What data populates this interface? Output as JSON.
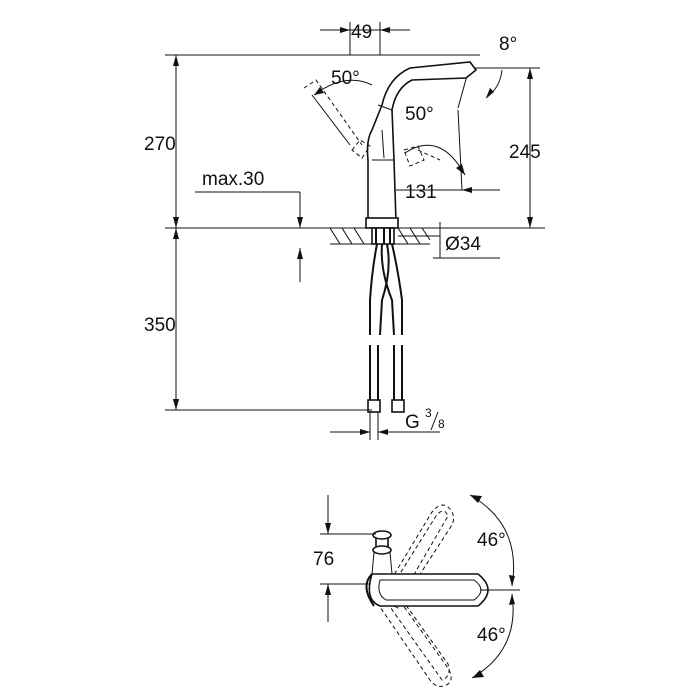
{
  "drawing": {
    "side_view": {
      "dim_spout_offset": "49",
      "dim_tilt": "8°",
      "dim_angle_upper": "50°",
      "dim_angle_lower": "50°",
      "dim_total_height": "270",
      "dim_spout_height": "245",
      "dim_max_thickness": "max.30",
      "dim_reach": "131",
      "dim_hole_diameter": "Ø34",
      "dim_hose_length": "350",
      "thread_prefix": "G",
      "thread_num": "3",
      "thread_den": "8"
    },
    "top_view": {
      "dim_depth": "76",
      "dim_swivel_upper": "46°",
      "dim_swivel_lower": "46°"
    },
    "colors": {
      "line": "#111111",
      "background": "#ffffff"
    }
  }
}
